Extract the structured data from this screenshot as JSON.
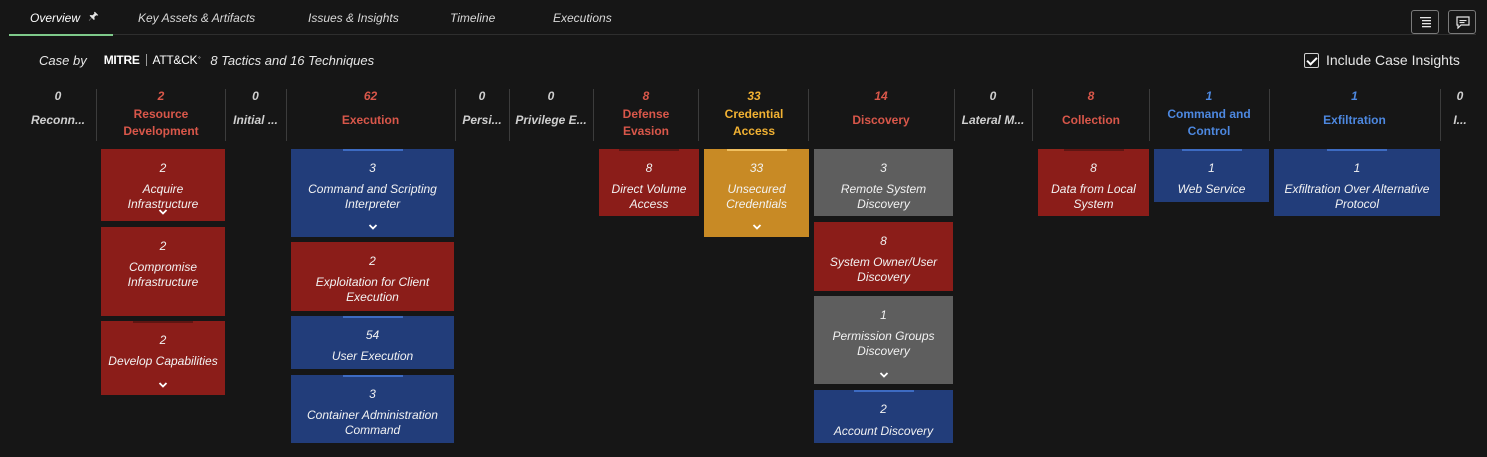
{
  "tabs": [
    {
      "label": "Overview",
      "active": true
    },
    {
      "label": "Key Assets & Artifacts",
      "active": false
    },
    {
      "label": "Issues & Insights",
      "active": false
    },
    {
      "label": "Timeline",
      "active": false
    },
    {
      "label": "Executions",
      "active": false
    }
  ],
  "toolbar": {
    "list_icon": "list-icon",
    "comment_icon": "comment-icon"
  },
  "subheader": {
    "prefix": "Case by",
    "logo_left": "MITRE",
    "logo_right": "ATT&CK",
    "logo_mark": "°",
    "summary": "8 Tactics and 16 Techniques"
  },
  "insights": {
    "label": "Include Case Insights",
    "checked": true
  },
  "colors": {
    "red_text": "#d9574a",
    "blue_text": "#4d88e0",
    "amber_text": "#f2b233",
    "gray_text": "#cfcfcf",
    "card_red": "#8b1d19",
    "card_blue": "#223d7a",
    "card_gray": "#5e5e5e",
    "card_amber": "#c88a25"
  },
  "tactics": [
    {
      "count": "0",
      "name": "Reconn..."
    },
    {
      "count": "2",
      "name": "Resource Development"
    },
    {
      "count": "0",
      "name": "Initial ..."
    },
    {
      "count": "62",
      "name": "Execution"
    },
    {
      "count": "0",
      "name": "Persi..."
    },
    {
      "count": "0",
      "name": "Privilege E..."
    },
    {
      "count": "8",
      "name": "Defense Evasion"
    },
    {
      "count": "33",
      "name": "Credential Access"
    },
    {
      "count": "14",
      "name": "Discovery"
    },
    {
      "count": "0",
      "name": "Lateral M..."
    },
    {
      "count": "8",
      "name": "Collection"
    },
    {
      "count": "1",
      "name": "Command and Control"
    },
    {
      "count": "1",
      "name": "Exfiltration"
    },
    {
      "count": "0",
      "name": "I..."
    }
  ],
  "techniques": {
    "resource_development": [
      {
        "count": "2",
        "name": "Acquire Infrastructure",
        "expandable": true
      },
      {
        "count": "2",
        "name": "Compromise Infrastructure",
        "expandable": false
      },
      {
        "count": "2",
        "name": "Develop Capabilities",
        "expandable": true
      }
    ],
    "execution": [
      {
        "count": "3",
        "name": "Command and Scripting Interpreter",
        "expandable": true
      },
      {
        "count": "2",
        "name": "Exploitation for Client Execution",
        "expandable": false
      },
      {
        "count": "54",
        "name": "User Execution",
        "expandable": false
      },
      {
        "count": "3",
        "name": "Container Administration Command",
        "expandable": false
      }
    ],
    "defense_evasion": [
      {
        "count": "8",
        "name": "Direct Volume Access",
        "expandable": false
      }
    ],
    "credential_access": [
      {
        "count": "33",
        "name": "Unsecured Credentials",
        "expandable": true
      }
    ],
    "discovery": [
      {
        "count": "3",
        "name": "Remote System Discovery",
        "expandable": false
      },
      {
        "count": "8",
        "name": "System Owner/User Discovery",
        "expandable": false
      },
      {
        "count": "1",
        "name": "Permission Groups Discovery",
        "expandable": true
      },
      {
        "count": "2",
        "name": "Account Discovery",
        "expandable": false
      }
    ],
    "collection": [
      {
        "count": "8",
        "name": "Data from Local System",
        "expandable": false
      }
    ],
    "command_and_control": [
      {
        "count": "1",
        "name": "Web Service",
        "expandable": false
      }
    ],
    "exfiltration": [
      {
        "count": "1",
        "name": "Exfiltration Over Alternative Protocol",
        "expandable": false
      }
    ]
  }
}
